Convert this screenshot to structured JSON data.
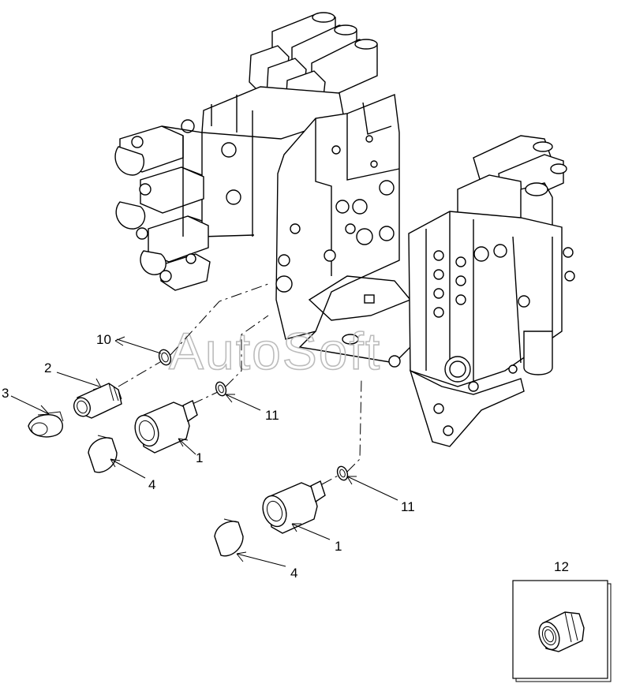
{
  "watermark": "AutoSoft",
  "callouts": [
    {
      "id": "c10",
      "text": "10"
    },
    {
      "id": "c2",
      "text": "2"
    },
    {
      "id": "c3",
      "text": "3"
    },
    {
      "id": "c11a",
      "text": "11"
    },
    {
      "id": "c1a",
      "text": "1"
    },
    {
      "id": "c4a",
      "text": "4"
    },
    {
      "id": "c11b",
      "text": "11"
    },
    {
      "id": "c1b",
      "text": "1"
    },
    {
      "id": "c4b",
      "text": "4"
    },
    {
      "id": "c12",
      "text": "12"
    }
  ]
}
